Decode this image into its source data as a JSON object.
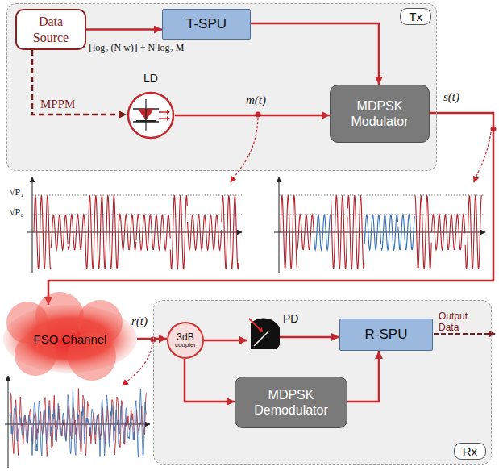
{
  "diagram": {
    "nodes": [
      {
        "text": [
          "Tx"
        ]
      },
      {
        "text": [
          "Data Source"
        ],
        "in": 0
      },
      {
        "text": [
          "T-SPU"
        ],
        "in": 0
      },
      {
        "text": [
          "LD"
        ],
        "in": 0
      },
      {
        "text": [
          "MDPSK Modulator"
        ],
        "in": 0
      },
      {
        "text": [
          "FSO Channel"
        ]
      },
      {
        "text": [
          "Rx"
        ]
      },
      {
        "text": [
          "3dB",
          "coupler"
        ],
        "in": 6
      },
      {
        "text": [
          "PD"
        ],
        "in": 6
      },
      {
        "text": [
          "R-SPU"
        ],
        "in": 6
      },
      {
        "text": [
          "MDPSK Demodulator"
        ],
        "in": 6
      }
    ],
    "edges": [
      {
        "from": 1,
        "to": 2,
        "arrow": "to",
        "label": "⌊log₂ (N w)⌋ + N log₂ M"
      },
      {
        "from": 1,
        "to": 3,
        "arrow": "to",
        "label": "MPPM"
      },
      {
        "from": 2,
        "to": 4,
        "arrow": "to"
      },
      {
        "from": 3,
        "to": 4,
        "arrow": "to",
        "label": "m(t)"
      },
      {
        "from": 4,
        "to": 5,
        "arrow": "to",
        "label": "s(t)"
      },
      {
        "from": 5,
        "to": 7,
        "arrow": "to",
        "label": "r(t)"
      },
      {
        "from": 7,
        "to": 8,
        "arrow": "to"
      },
      {
        "from": 7,
        "to": 10,
        "arrow": "to"
      },
      {
        "from": 8,
        "to": 9,
        "arrow": "to"
      },
      {
        "from": 10,
        "to": 9,
        "arrow": "to"
      }
    ],
    "labels": [
      "√P₁",
      "√P₀",
      "Output Data"
    ]
  }
}
